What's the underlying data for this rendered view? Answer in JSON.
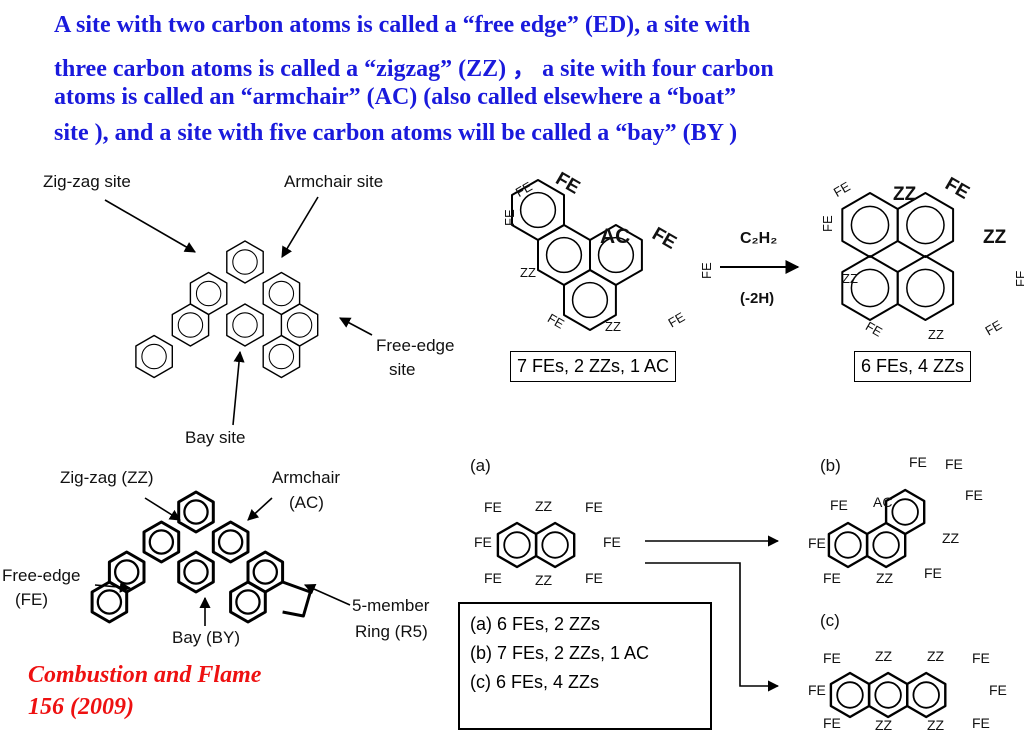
{
  "title": {
    "lines": [
      "A site with two carbon atoms is called a “free edge” (ED), a site with",
      "three carbon atoms is called a “zigzag” (ZZ) ， a site with four carbon",
      "atoms is called an “armchair” (AC) (also called  elsewhere a “boat”",
      "site ), and a site with five carbon atoms will be called a “bay” (BY )"
    ]
  },
  "diagram1": {
    "zigzag_label": "Zig-zag site",
    "armchair_label": "Armchair site",
    "freeedge_label_1": "Free-edge",
    "freeedge_label_2": "site",
    "bay_label": "Bay site"
  },
  "diagram2": {
    "zz_label": "Zig-zag (ZZ)",
    "ac_label_1": "Armchair",
    "ac_label_2": "(AC)",
    "fe_label_1": "Free-edge",
    "fe_label_2": "(FE)",
    "bay_label": "Bay (BY)",
    "r5_label_1": "5-member",
    "r5_label_2": "Ring (R5)"
  },
  "reaction": {
    "reagent": "C₂H₂",
    "loss": "(-2H)",
    "reactant_box": "7 FEs, 2 ZZs, 1 AC",
    "product_box": "6 FEs, 4 ZZs",
    "site_fe": "FE",
    "site_zz": "ZZ",
    "site_ac": "AC"
  },
  "panels": {
    "a_label": "(a)",
    "b_label": "(b)",
    "c_label": "(c)",
    "summary": [
      "(a) 6 FEs, 2 ZZs",
      "(b) 7 FEs, 2 ZZs, 1 AC",
      "(c) 6 FEs, 4 ZZs"
    ],
    "site_fe": "FE",
    "site_zz": "ZZ",
    "site_ac": "AC"
  },
  "citation": {
    "line1": "Combustion and Flame",
    "line2": "156 (2009)"
  },
  "colors": {
    "title": "#1a1adc",
    "citation": "#ee1111"
  }
}
